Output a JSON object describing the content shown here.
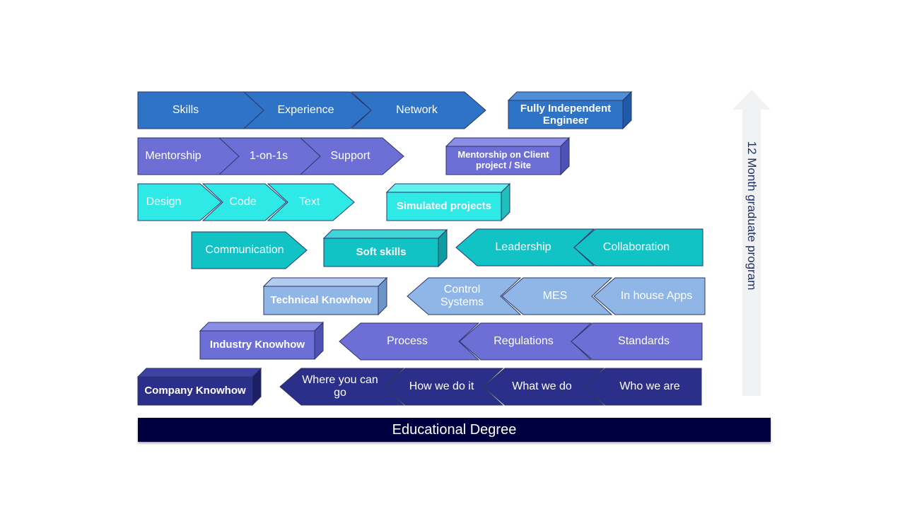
{
  "base": {
    "label": "Educational Degree"
  },
  "side_arrow": {
    "label": "12 Month graduate program"
  },
  "rows": [
    {
      "id": "row1",
      "color": "#2e73c6",
      "dark": "#1f5aa8",
      "top": "#4f8fd9",
      "text_color": "#ffffff",
      "chevrons": [
        "Skills",
        "Experience",
        "Network"
      ],
      "box": "Fully Independent Engineer"
    },
    {
      "id": "row2",
      "color": "#6d6fd6",
      "dark": "#4f51b5",
      "top": "#8a8ce6",
      "text_color": "#ffffff",
      "chevrons": [
        "Mentorship",
        "1-on-1s",
        "Support"
      ],
      "box": "Mentorship on Client project / Site"
    },
    {
      "id": "row3",
      "color": "#2ee9e6",
      "dark": "#1fbfbc",
      "top": "#62f2ef",
      "text_color": "#ffffff",
      "chevrons": [
        "Design",
        "Code",
        "Text"
      ],
      "box": "Simulated projects"
    },
    {
      "id": "row4",
      "color": "#12c3c6",
      "dark": "#0c9ea0",
      "top": "#40d6d8",
      "text_color": "#ffffff",
      "chevrons_right": [
        "Communication"
      ],
      "box": "Soft skills",
      "chevrons_left": [
        "Leadership",
        "Collaboration"
      ]
    },
    {
      "id": "row5",
      "color": "#8fb6e6",
      "dark": "#6f95c8",
      "top": "#b0cdf0",
      "text_color": "#ffffff",
      "box": "Technical Knowhow",
      "chevrons_left": [
        "Control Systems",
        "MES",
        "In house Apps"
      ]
    },
    {
      "id": "row6",
      "color": "#6d6fd6",
      "dark": "#4f51b5",
      "top": "#8a8ce6",
      "text_color": "#ffffff",
      "box": "Industry Knowhow",
      "chevrons_left": [
        "Process",
        "Regulations",
        "Standards"
      ]
    },
    {
      "id": "row7",
      "color": "#2b2f8a",
      "dark": "#1c1f66",
      "top": "#3e42a6",
      "text_color": "#ffffff",
      "box": "Company Knowhow",
      "chevrons_left": [
        "Where you can go",
        "How we do it",
        "What we do",
        "Who we are"
      ]
    }
  ]
}
